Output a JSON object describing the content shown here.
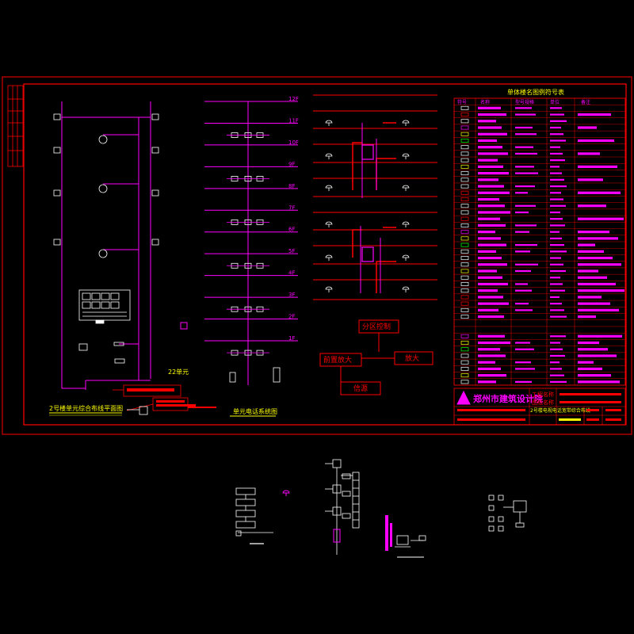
{
  "colors": {
    "background": "#000000",
    "frame": "#ff0000",
    "magenta": "#ff00ff",
    "white": "#ffffff",
    "yellow": "#ffff00",
    "red": "#ff0000",
    "green": "#00ff00",
    "cyan": "#00ffff"
  },
  "floor_plan": {
    "unit_label": "22单元",
    "title": "2号楼单元综合布线平面图"
  },
  "riser": {
    "floors": [
      "12F",
      "11F",
      "10F",
      "9F",
      "8F",
      "7F",
      "6F",
      "5F",
      "4F",
      "3F",
      "2F",
      "1F"
    ],
    "title": "单元电话系统图"
  },
  "system_blocks": {
    "splitter": "分区控制",
    "front_amp": "前置放大",
    "amplifier": "放大",
    "source": "信源"
  },
  "legend": {
    "title": "单体楼名图例符号表",
    "header": [
      "符号",
      "名称",
      "型号规格",
      "单位",
      "备注"
    ]
  },
  "title_block": {
    "institute": "郑州市建筑设计院",
    "project_label": "工程名称",
    "drawing_label": "图纸名称",
    "note": "2号楼电视电话宽带综合布线"
  }
}
